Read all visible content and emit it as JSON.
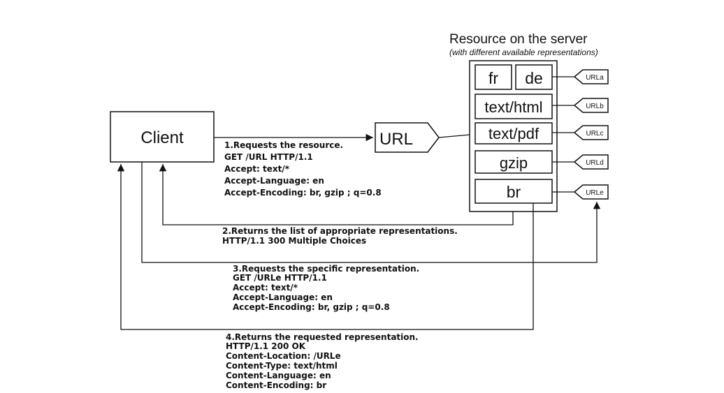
{
  "client": {
    "label": "Client"
  },
  "url": {
    "label": "URL"
  },
  "resource": {
    "title": "Resource on the server",
    "subtitle": "(with different available representations)",
    "representations": {
      "fr": "fr",
      "de": "de",
      "html": "text/html",
      "pdf": "text/pdf",
      "gzip": "gzip",
      "br": "br"
    },
    "tags": {
      "a": "URLa",
      "b": "URLb",
      "c": "URLc",
      "d": "URLd",
      "e": "URLe"
    }
  },
  "step1": {
    "lines": [
      "1.Requests the resource.",
      "GET /URL HTTP/1.1",
      "Accept: text/*",
      "Accept-Language: en",
      "Accept-Encoding: br, gzip ; q=0.8"
    ]
  },
  "step2": {
    "lines": [
      "2.Returns the list of appropriate representations.",
      "HTTP/1.1 300 Multiple Choices"
    ]
  },
  "step3": {
    "lines": [
      "3.Requests the specific representation.",
      "GET /URLe HTTP/1.1",
      "Accept: text/*",
      "Accept-Language: en",
      "Accept-Encoding: br, gzip ; q=0.8"
    ]
  },
  "step4": {
    "lines": [
      "4.Returns the requested representation.",
      "HTTP/1.1 200 OK",
      "Content-Location: /URLe",
      "Content-Type: text/html",
      "Content-Language: en",
      "Content-Encoding: br"
    ]
  }
}
